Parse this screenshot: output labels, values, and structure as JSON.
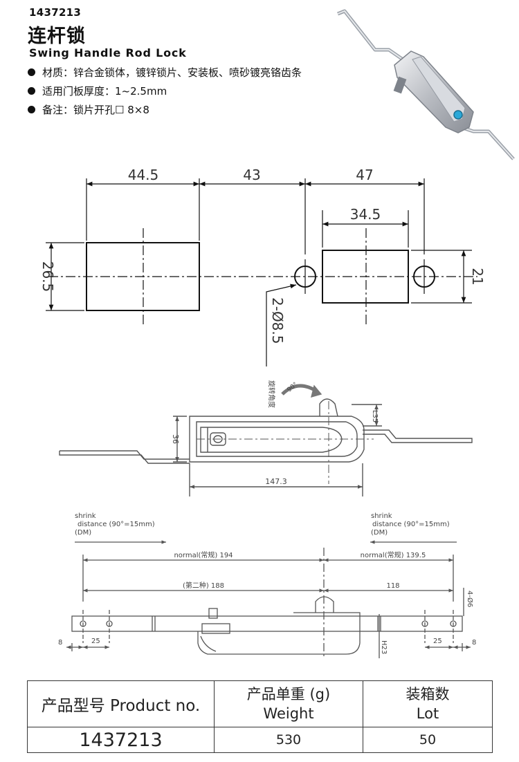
{
  "product_code": "1437213",
  "title_cn": "连杆锁",
  "title_en": "Swing Handle Rod Lock",
  "specs": [
    "材质：锌合金锁体，镀锌锁片、安装板、喷砂镀亮铬齿条",
    "适用门板厚度：1~2.5mm",
    "备注：锁片开孔☐ 8×8"
  ],
  "colors": {
    "line": "#111111",
    "drawing_gray": "#555555",
    "photo_metal": "#c9ccd1",
    "key_dot": "#2aa8d8"
  },
  "top_view": {
    "dim_a": "44.5",
    "dim_b": "43",
    "dim_c": "47",
    "dim_d": "34.5",
    "dim_left_h": "26.5",
    "dim_right_h": "21",
    "hole_note": "2-Ø8.5"
  },
  "front_view": {
    "rotation_label": "旋转角度",
    "rotation_angle": "90°",
    "height": "36",
    "handle_offset": "L35",
    "length": "147.3"
  },
  "rod_view": {
    "shrink_left": [
      "shrink",
      "distance   (90°=15mm)",
      "(DM)"
    ],
    "shrink_right": [
      "shrink",
      "distance   (90°=15mm)",
      "(DM)"
    ],
    "normal_left": "normal(常规) 194",
    "normal_right": "normal(常规) 139.5",
    "second_left": "(第二种) 188",
    "second_right": "118",
    "holes": "4-Ø6",
    "edge_left": "8",
    "pitch_left": "25",
    "pitch_right": "25",
    "edge_right": "8",
    "height": "H23"
  },
  "table": {
    "header_product": "产品型号 Product no.",
    "header_weight_cn": "产品单重 (g)",
    "header_weight_en": "Weight",
    "header_lot_cn": "装箱数",
    "header_lot_en": "Lot",
    "product": "1437213",
    "weight": "530",
    "lot": "50"
  }
}
